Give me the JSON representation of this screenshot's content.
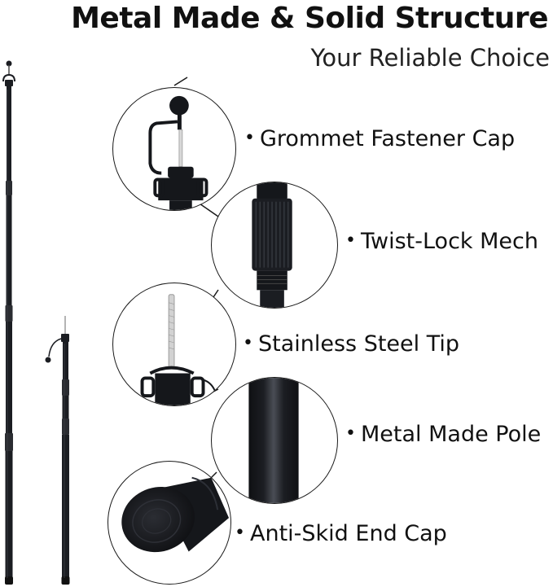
{
  "header": {
    "title": "Metal Made & Solid Structure",
    "subtitle": "Your Reliable Choice"
  },
  "features": [
    {
      "label": "Grommet Fastener Cap",
      "icon": "grommet-cap-icon"
    },
    {
      "label": "Twist-Lock Mech",
      "icon": "twist-lock-icon"
    },
    {
      "label": "Stainless Steel Tip",
      "icon": "steel-tip-icon"
    },
    {
      "label": "Metal Made Pole",
      "icon": "metal-pole-icon"
    },
    {
      "label": "Anti-Skid End Cap",
      "icon": "end-cap-icon"
    }
  ],
  "bullet": "•",
  "colors": {
    "pole": "#1b1d22",
    "pole_highlight": "#3a3d44",
    "text": "#111111"
  }
}
